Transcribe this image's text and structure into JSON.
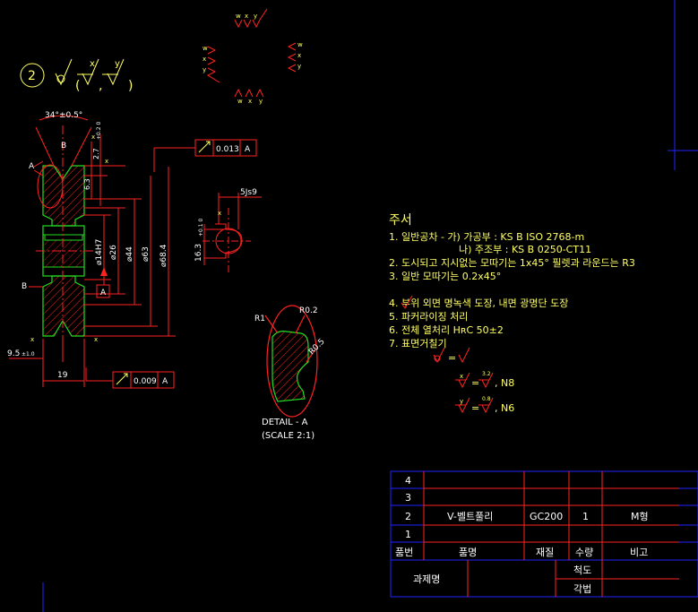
{
  "colors": {
    "background": "#000000",
    "outline": "#ff2222",
    "part_edge": "#22dd22",
    "dimension_text": "#ffffff",
    "notes_text": "#ffff66",
    "title_block": "#2222ff",
    "hatch": "#ff2222",
    "crosshair": "#2222ff"
  },
  "surface_symbols": {
    "item_marker": "2",
    "group_top": [
      "w",
      "x",
      "y"
    ],
    "group_left": [
      "w",
      "x",
      "y"
    ],
    "group_right": [
      "w",
      "x",
      "y"
    ],
    "group_bottom": [
      "w",
      "x",
      "y"
    ],
    "main_x": "x",
    "main_y": "y",
    "open_paren": "(",
    "comma": ",",
    "close_paren": ")"
  },
  "main_view": {
    "groove_angle": "34°±0.5°",
    "groove_depth": "2.7",
    "groove_depth_tol": "+0.2 0",
    "groove_width_ref": "6.3",
    "label_a_top": "A",
    "label_b_top": "B",
    "label_b_left": "B",
    "datum_a_box": "A",
    "runout_top_value": "0.013",
    "runout_top_datum": "A",
    "runout_bottom_value": "0.009",
    "runout_bottom_datum": "A",
    "bore_dia": "⌀14H7",
    "dia_26": "⌀26",
    "dia_44": "⌀44",
    "dia_63": "⌀63",
    "dia_68_4": "⌀68.4",
    "width_19": "19",
    "offset_9_5": "9.5",
    "offset_9_5_tol": "±1.0",
    "surf_x_1": "x",
    "surf_x_2": "x",
    "surf_x_3": "x",
    "surf_x_4": "x"
  },
  "key_view": {
    "keyway_width": "5Js9",
    "keyway_depth": "16.3",
    "keyway_depth_tol": "+0.1 0",
    "surf_x": "x"
  },
  "detail_view": {
    "r1": "R1",
    "r0_2": "R0.2",
    "r0_5": "R0.5",
    "title": "DETAIL - A",
    "scale": "(SCALE 2:1)"
  },
  "notes": {
    "heading": "주서",
    "line1": "1. 일반공차 - 가) 가공부 : KS B ISO 2768-m",
    "line1b": "나) 주조부 : KS B 0250-CT11",
    "line2": "2. 도시되고 지시없는 모따기는 1x45° 필렛과 라운드는 R3",
    "line3": "3. 일반 모따기는 0.2x45°",
    "line4": "4.      부위 외면 명녹색 도장, 내면 광명단 도장",
    "line5": "5. 파커라이징 처리",
    "line6": "6. 전체 열처리 HʀC 50±2",
    "line7": "7. 표면거칠기",
    "eq1": "=",
    "eq2_sym": "x",
    "eq2": "=",
    "eq2_ra": "3.2",
    "eq2_n": ", N8",
    "eq3_sym": "y",
    "eq3": "=",
    "eq3_ra": "0.8",
    "eq3_n": ", N6"
  },
  "parts_table": {
    "rows": [
      {
        "no": "4",
        "name": "",
        "material": "",
        "qty": "",
        "remark": ""
      },
      {
        "no": "3",
        "name": "",
        "material": "",
        "qty": "",
        "remark": ""
      },
      {
        "no": "2",
        "name": "V-벨트풀리",
        "material": "GC200",
        "qty": "1",
        "remark": "M형"
      },
      {
        "no": "1",
        "name": "",
        "material": "",
        "qty": "",
        "remark": ""
      }
    ],
    "headers": {
      "no": "품번",
      "name": "품명",
      "material": "재질",
      "qty": "수량",
      "remark": "비고"
    }
  },
  "title_block": {
    "project_label": "과제명",
    "scale_label": "척도",
    "projection_label": "각법"
  }
}
